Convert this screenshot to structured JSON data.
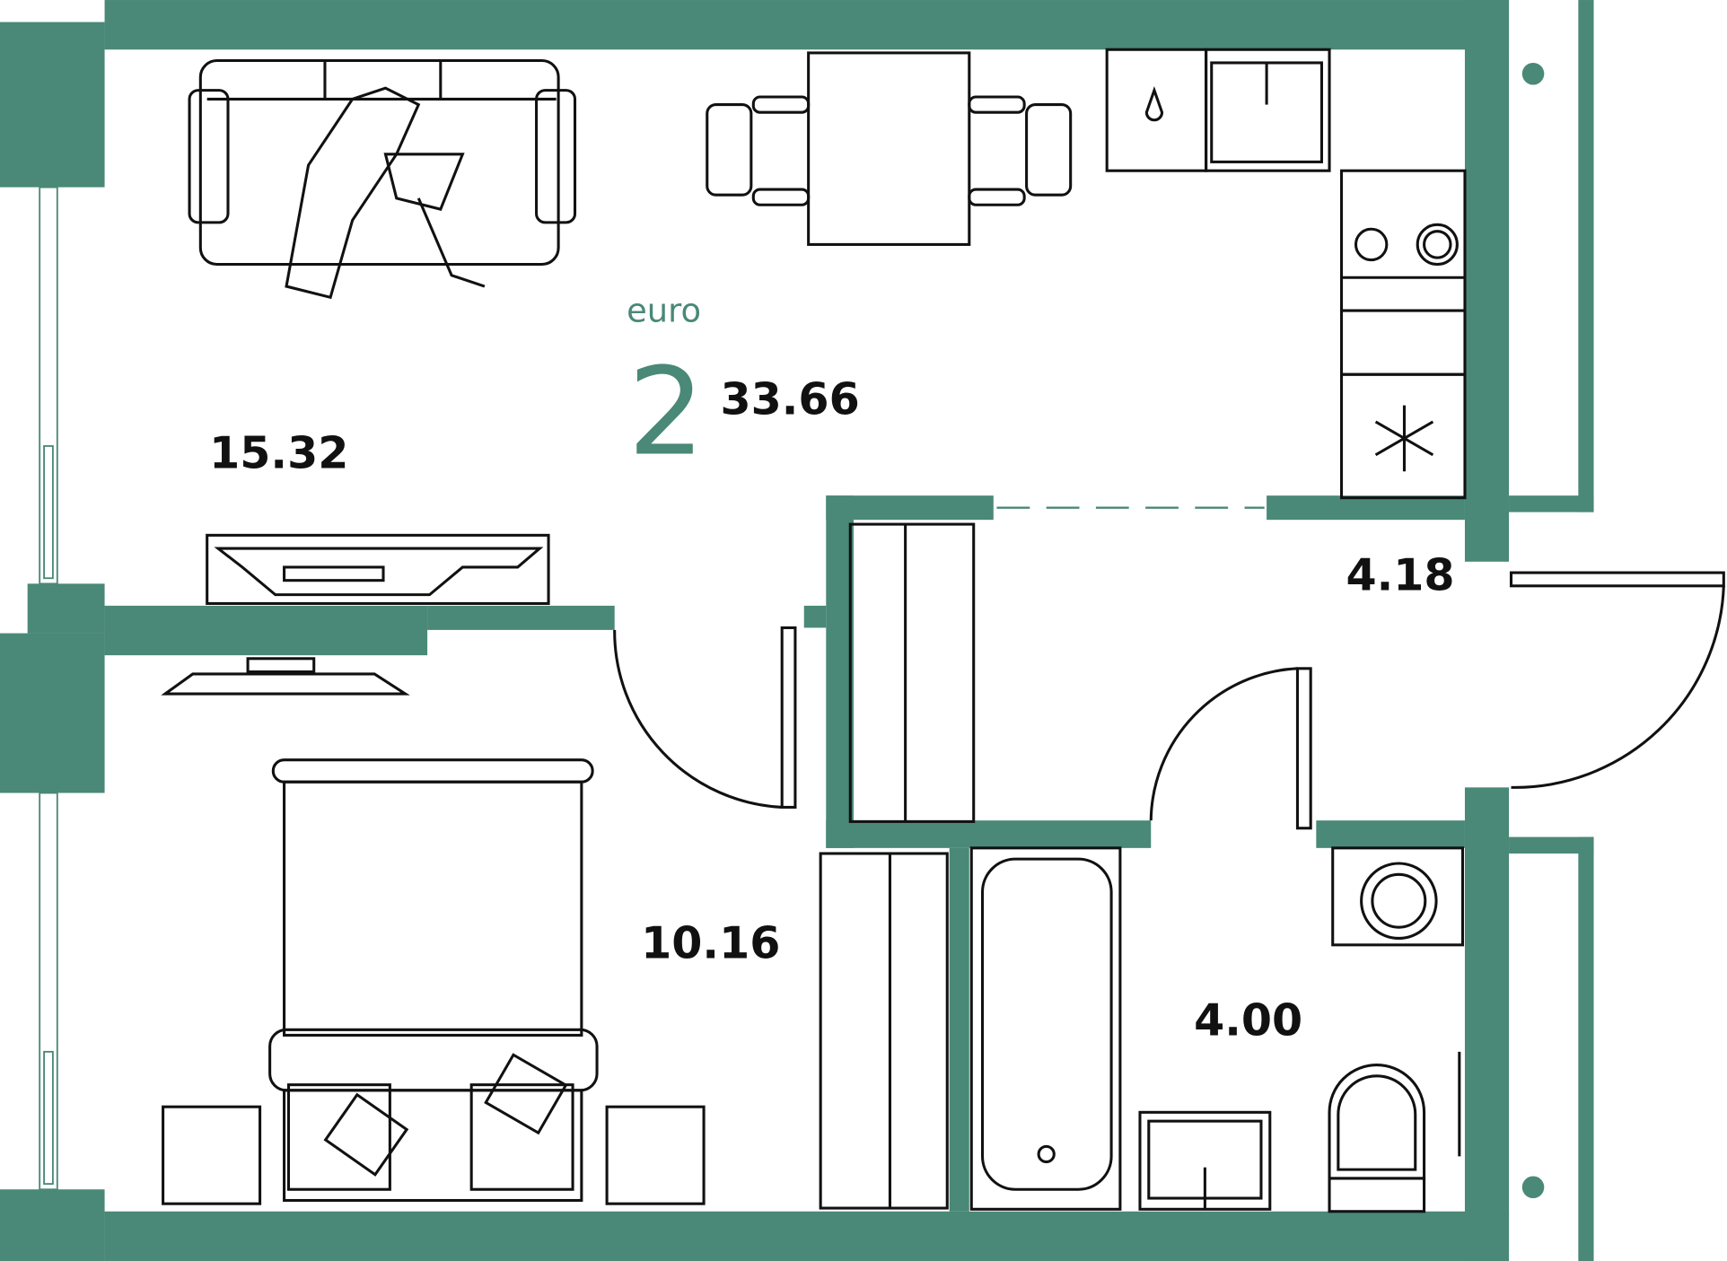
{
  "plan": {
    "type_label": "euro",
    "rooms_count": "2",
    "total_area": "33.66",
    "areas": {
      "living_kitchen": "15.32",
      "bedroom": "10.16",
      "hallway": "4.18",
      "bathroom": "4.00"
    },
    "wall_color": "#4a8877"
  }
}
